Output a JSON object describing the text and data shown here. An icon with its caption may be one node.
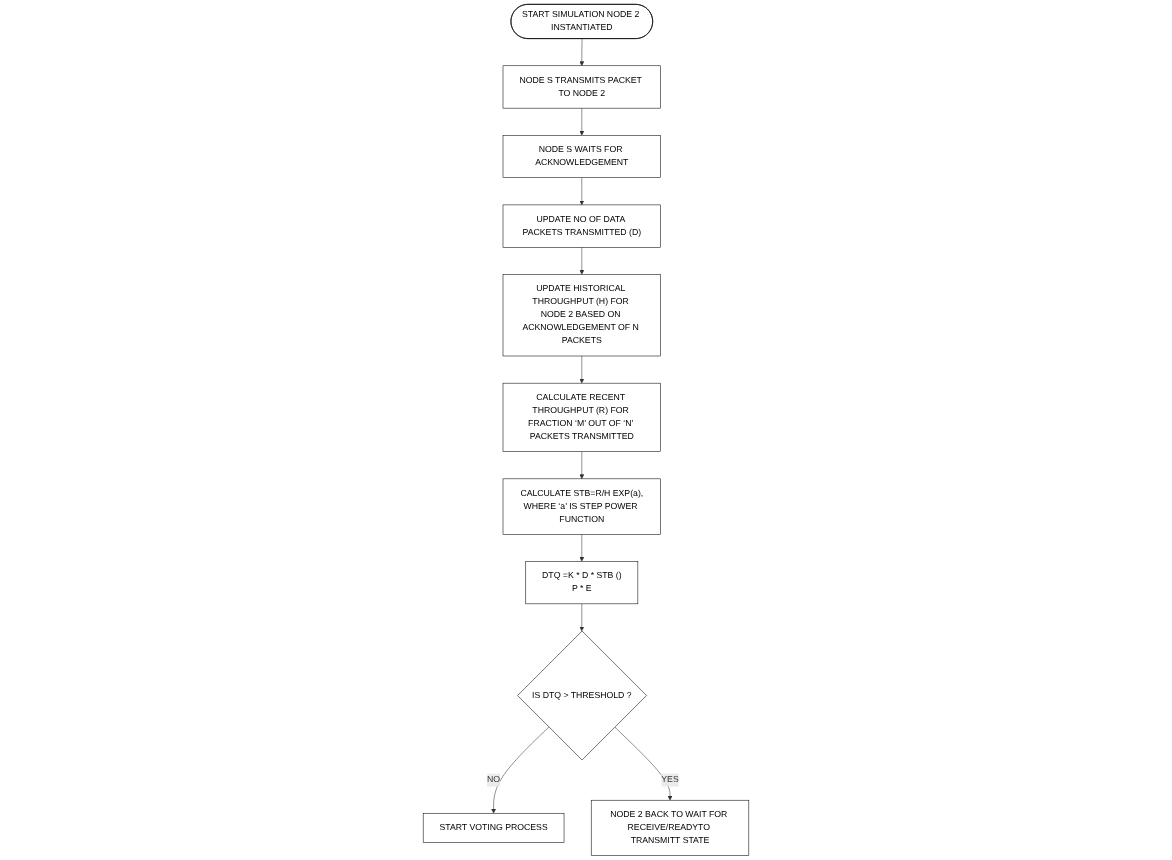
{
  "diagram": {
    "nodes": [
      {
        "text": [
          "START SIMULATION NODE 2 INSTANTIATED"
        ]
      },
      {
        "text": [
          "NODE S TRANSMITS PACKET TO NODE 2"
        ]
      },
      {
        "text": [
          "NODE S WAITS FOR ACKNOWLEDGEMENT"
        ]
      },
      {
        "text": [
          "UPDATE NO OF DATA PACKETS TRANSMITTED (D)"
        ]
      },
      {
        "text": [
          "UPDATE HISTORICAL THROUGHPUT (H) FOR NODE 2 BASED ON ACKNOWLEDGEMENT OF N PACKETS"
        ]
      },
      {
        "text": [
          "CALCULATE RECENT THROUGHPUT (R) FOR FRACTION ‘M’ OUT OF ‘N’ PACKETS TRANSMITTED"
        ]
      },
      {
        "text": [
          "CALCULATE STB=R/H EXP(a),",
          "WHERE ‘a’ IS STEP POWER FUNCTION"
        ]
      },
      {
        "text": [
          "DTQ =K * D * STB ()",
          "P * E"
        ]
      },
      {
        "text": [
          "IS DTQ > THRESHOLD ?"
        ]
      },
      {
        "text": [
          "START VOTING PROCESS"
        ]
      },
      {
        "text": [
          "NODE 2 BACK TO WAIT FOR RECEIVE/READYTO TRANSMITT STATE"
        ]
      }
    ],
    "edges": [
      {
        "from": 0,
        "to": 1,
        "arrow": "to"
      },
      {
        "from": 1,
        "to": 2,
        "arrow": "to"
      },
      {
        "from": 2,
        "to": 3,
        "arrow": "to"
      },
      {
        "from": 3,
        "to": 4,
        "arrow": "to"
      },
      {
        "from": 4,
        "to": 5,
        "arrow": "to"
      },
      {
        "from": 5,
        "to": 6,
        "arrow": "to"
      },
      {
        "from": 6,
        "to": 7,
        "arrow": "to"
      },
      {
        "from": 7,
        "to": 8,
        "arrow": "to"
      },
      {
        "from": 8,
        "to": 9,
        "arrow": "to",
        "label": "NO"
      },
      {
        "from": 8,
        "to": 10,
        "arrow": "to",
        "label": "YES"
      }
    ]
  }
}
